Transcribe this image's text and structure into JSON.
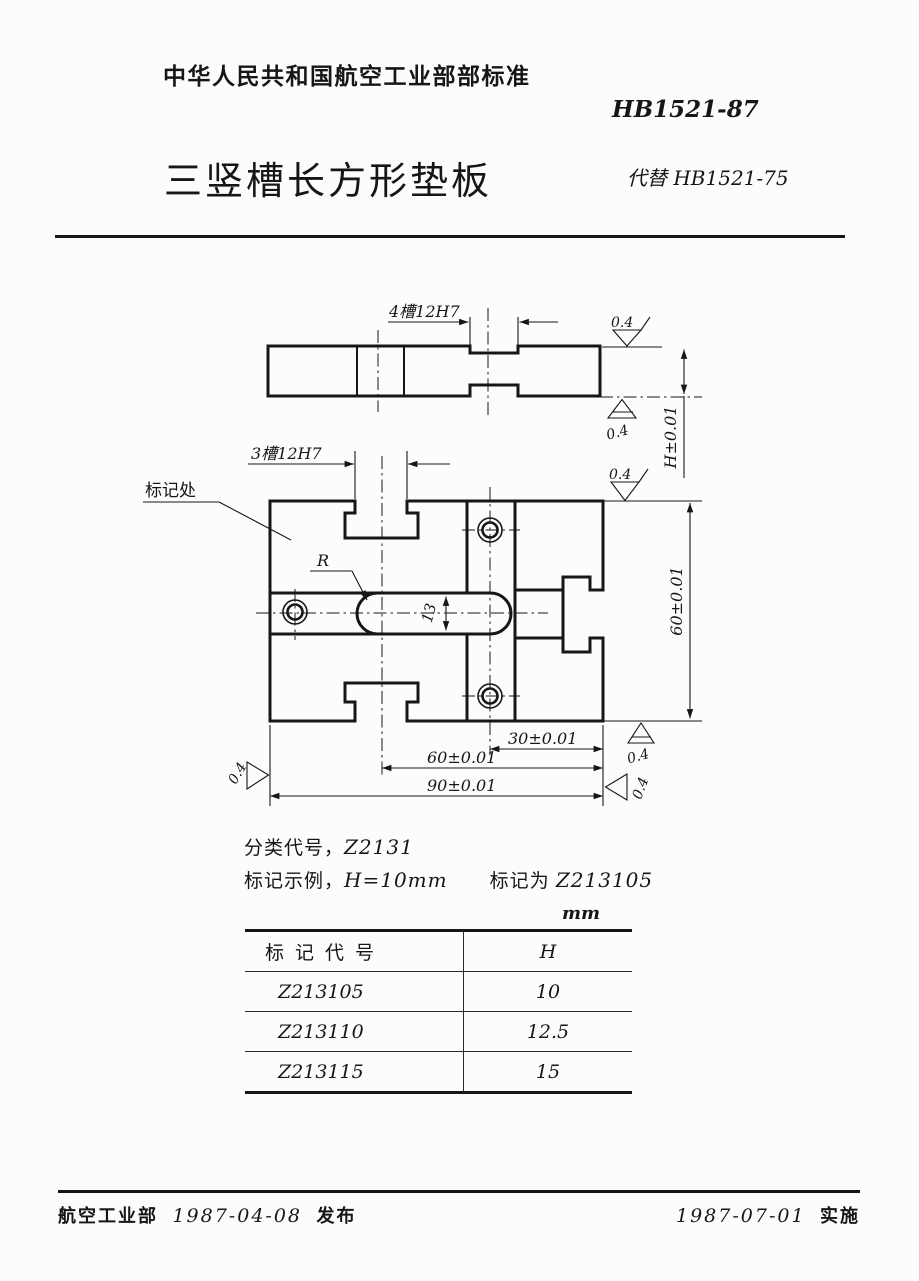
{
  "colors": {
    "ink": "#161616",
    "paper": "#fcfcfa"
  },
  "header": {
    "standard_org": "中华人民共和国航空工业部部标准",
    "standard_no": "HB1521-87",
    "title": "三竖槽长方形垫板",
    "replaces": "代替 HB1521-75"
  },
  "drawing": {
    "finish_value": "0.4",
    "side_view": {
      "slot_label": "4槽12H7",
      "height_dim": "H±0.01"
    },
    "plan_view": {
      "slot_label": "3槽12H7",
      "mark_location": "标记处",
      "radius_label": "R",
      "slot_width_dim": "13",
      "height_dim": "60±0.01",
      "dim30": "30±0.01",
      "dim60": "60±0.01",
      "dim90": "90±0.01"
    }
  },
  "notes": {
    "class_label": "分类代号，",
    "class_code": "Z2131",
    "example_label": "标记示例，",
    "example_condition": "H=10mm",
    "mark_label": "标记为",
    "mark_value": "Z213105"
  },
  "table": {
    "unit": "mm",
    "columns": [
      "标记代号",
      "H"
    ],
    "rows": [
      {
        "code": "Z213105",
        "h": "10"
      },
      {
        "code": "Z213110",
        "h": "12.5"
      },
      {
        "code": "Z213115",
        "h": "15"
      }
    ]
  },
  "footer": {
    "org": "航空工业部",
    "issue_date": "1987-04-08",
    "issue_label": "发布",
    "impl_date": "1987-07-01",
    "impl_label": "实施"
  }
}
